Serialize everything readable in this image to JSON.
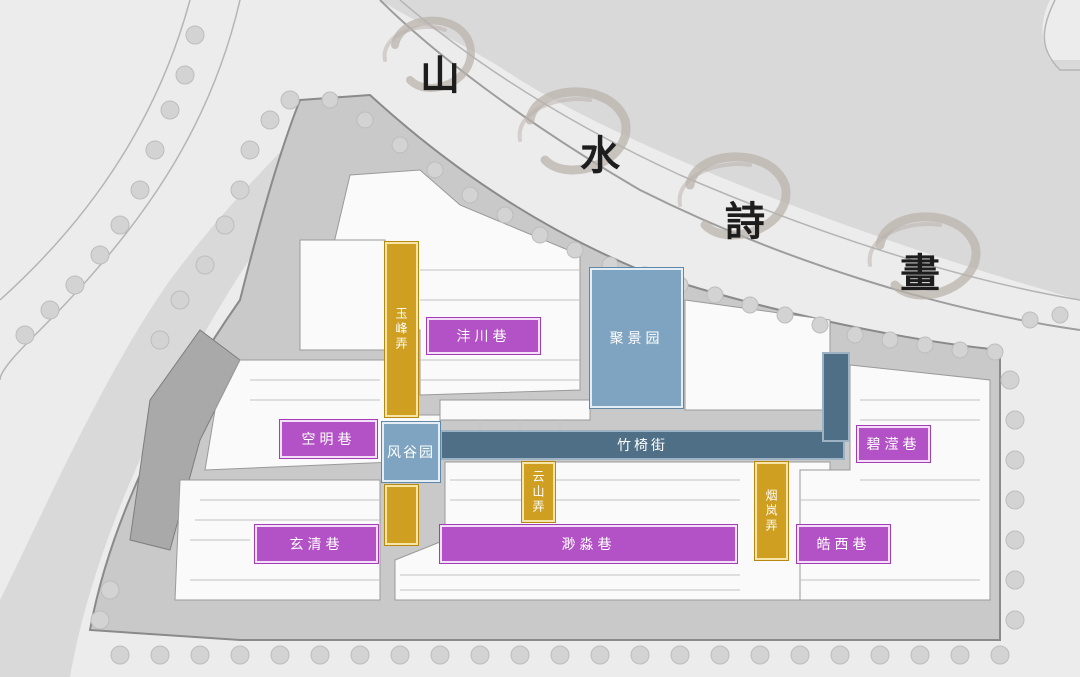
{
  "map": {
    "colors": {
      "background": "#ececec",
      "road": "#d8d8d8",
      "site": "#c8c8c8",
      "buildings": "#fafafa",
      "lane": "#b352c6",
      "alley": "#cf9f21",
      "garden": "#7fa4c1",
      "street": "#4f6f86",
      "ink": "#b9b0aa"
    },
    "title_chars": [
      "山",
      "水",
      "詩",
      "畫"
    ],
    "lanes": {
      "fengchuan": "沣川巷",
      "kongming": "空明巷",
      "xuanqing": "玄清巷",
      "qiaomiao": "渺淼巷",
      "biying": "碧滢巷",
      "haoxi": "皓西巷"
    },
    "alleys": {
      "yufeng": "玉峰弄",
      "yunshan": "云山弄",
      "yanlan": "烟岚弄"
    },
    "gardens": {
      "jujing": "聚景园",
      "fenggu": "风谷园"
    },
    "streets": {
      "zhuqi": "竹椅街"
    }
  }
}
